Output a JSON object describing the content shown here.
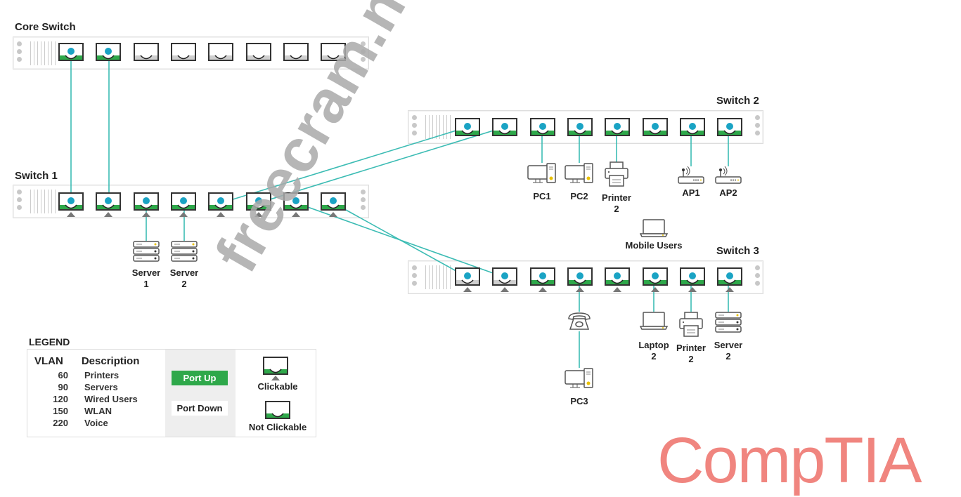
{
  "switches": [
    {
      "id": "core",
      "title": "Core Switch",
      "ports": [
        {
          "status": "up",
          "clickable": false
        },
        {
          "status": "up",
          "clickable": false
        },
        {
          "status": "down",
          "clickable": false
        },
        {
          "status": "down",
          "clickable": false
        },
        {
          "status": "down",
          "clickable": false
        },
        {
          "status": "down",
          "clickable": false
        },
        {
          "status": "down",
          "clickable": false
        },
        {
          "status": "down",
          "clickable": false
        }
      ]
    },
    {
      "id": "s1",
      "title": "Switch 1",
      "ports": [
        {
          "status": "up",
          "clickable": true
        },
        {
          "status": "up",
          "clickable": true
        },
        {
          "status": "up",
          "clickable": true
        },
        {
          "status": "up",
          "clickable": true
        },
        {
          "status": "up",
          "clickable": true
        },
        {
          "status": "up",
          "clickable": true
        },
        {
          "status": "up",
          "clickable": true
        },
        {
          "status": "up",
          "clickable": true
        }
      ]
    },
    {
      "id": "s2",
      "title": "Switch 2",
      "ports": [
        {
          "status": "up",
          "clickable": false
        },
        {
          "status": "up",
          "clickable": false
        },
        {
          "status": "up",
          "clickable": false
        },
        {
          "status": "up",
          "clickable": false
        },
        {
          "status": "up",
          "clickable": false
        },
        {
          "status": "up",
          "clickable": false
        },
        {
          "status": "up",
          "clickable": false
        },
        {
          "status": "up",
          "clickable": false
        }
      ]
    },
    {
      "id": "s3",
      "title": "Switch 3",
      "ports": [
        {
          "status": "down",
          "clickable": true
        },
        {
          "status": "down",
          "clickable": true
        },
        {
          "status": "up",
          "clickable": true
        },
        {
          "status": "up",
          "clickable": true
        },
        {
          "status": "up",
          "clickable": true
        },
        {
          "status": "up",
          "clickable": true
        },
        {
          "status": "up",
          "clickable": true
        },
        {
          "status": "up",
          "clickable": true
        }
      ]
    }
  ],
  "devices": {
    "server1": {
      "label1": "Server",
      "label2": "1",
      "icon": "server-icon"
    },
    "server2_s1": {
      "label1": "Server",
      "label2": "2",
      "icon": "server-icon"
    },
    "pc1": {
      "label1": "PC1",
      "icon": "desktop-pc-icon"
    },
    "pc2": {
      "label1": "PC2",
      "icon": "desktop-pc-icon"
    },
    "printer2_s2": {
      "label1": "Printer",
      "label2": "2",
      "icon": "printer-icon"
    },
    "ap1": {
      "label1": "AP1",
      "icon": "access-point-icon"
    },
    "ap2": {
      "label1": "AP2",
      "icon": "access-point-icon"
    },
    "mobile": {
      "label1": "Mobile Users",
      "icon": "laptop-icon"
    },
    "phone": {
      "icon": "phone-icon"
    },
    "pc3": {
      "label1": "PC3",
      "icon": "desktop-pc-icon"
    },
    "laptop2": {
      "label1": "Laptop",
      "label2": "2",
      "icon": "laptop-icon"
    },
    "printer2_s3": {
      "label1": "Printer",
      "label2": "2",
      "icon": "printer-icon"
    },
    "server2_s3": {
      "label1": "Server",
      "label2": "2",
      "icon": "server-icon"
    }
  },
  "legend": {
    "title": "LEGEND",
    "vlan_header": "VLAN",
    "desc_header": "Description",
    "vlans": [
      {
        "id": "60",
        "desc": "Printers"
      },
      {
        "id": "90",
        "desc": "Servers"
      },
      {
        "id": "120",
        "desc": "Wired Users"
      },
      {
        "id": "150",
        "desc": "WLAN"
      },
      {
        "id": "220",
        "desc": "Voice"
      }
    ],
    "port_up": "Port Up",
    "port_down": "Port Down",
    "clickable": "Clickable",
    "not_clickable": "Not Clickable"
  },
  "colors": {
    "port_up": "#2ea84a",
    "port_down": "#cfcfcf",
    "link": "#3cbcb4",
    "dot": "#1aa3c4",
    "logo": "#f0857f"
  },
  "watermark": "freecram.net",
  "logo": {
    "text": "CompTIA",
    "mark": "®"
  }
}
